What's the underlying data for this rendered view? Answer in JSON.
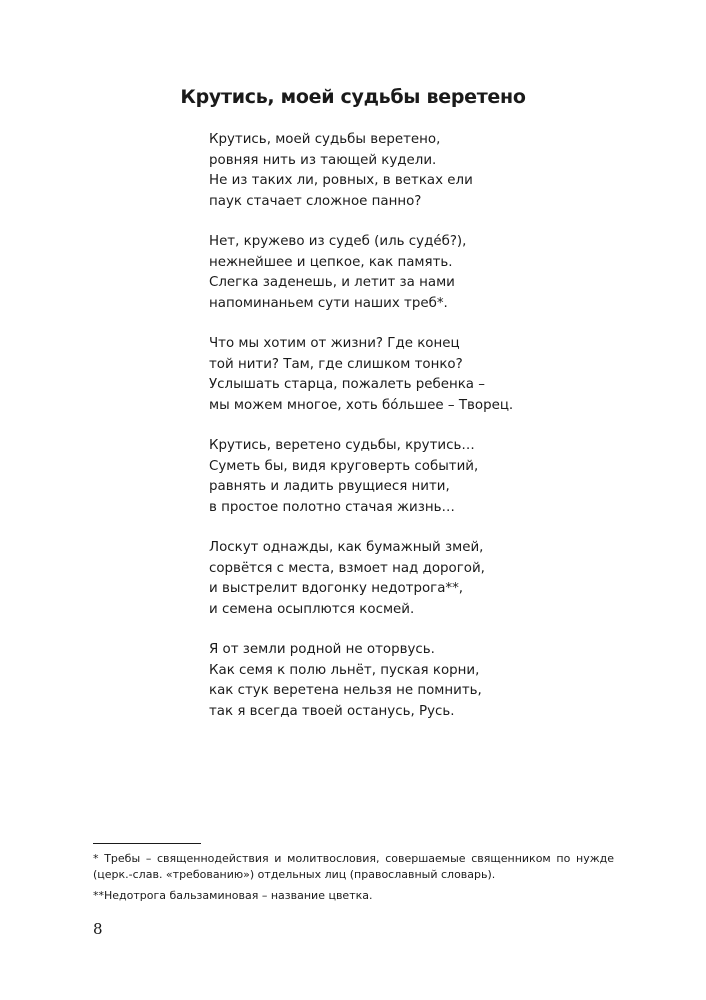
{
  "title": "Крутись, моей судьбы веретено",
  "poem": {
    "stanzas": [
      {
        "lines": [
          "Крутись, моей судьбы веретено,",
          "ровняя нить из тающей кудели.",
          "Не из таких ли, ровных, в ветках ели",
          "паук стачает сложное панно?"
        ]
      },
      {
        "lines": [
          "Нет, кружево из судеб (иль судéб?),",
          "нежнейшее и цепкое, как память.",
          "Слегка заденешь, и летит за нами",
          "напоминаньем сути наших треб*."
        ]
      },
      {
        "lines": [
          "Что мы хотим от жизни? Где конец",
          "той нити? Там, где слишком тонко?",
          "Услышать старца, пожалеть ребенка –",
          "мы можем многое, хоть бóльшее – Творец."
        ]
      },
      {
        "lines": [
          "Крутись, веретено судьбы, крутись…",
          "Суметь бы, видя  круговерть событий,",
          "равнять и  ладить рвущиеся нити,",
          "в простое полотно стачая жизнь…"
        ]
      },
      {
        "lines": [
          "Лоскут  однажды, как бумажный змей,",
          "сорвётся с места, взмоет над дорогой,",
          "и выстрелит  вдогонку недотрога**,",
          "и  семена осыплются космей."
        ]
      },
      {
        "lines": [
          "Я от земли родной  не оторвусь.",
          "Как семя  к полю льнёт, пуская корни,",
          "как стук веретена нельзя не помнить,",
          "так я всегда твоей останусь, Русь."
        ]
      }
    ]
  },
  "footnotes": [
    "* Требы – священнодействия и молитвословия, совершаемые священником по нужде (церк.-слав. «требованию») отдельных лиц (православный словарь).",
    "**Недотрога бальзаминовая – название цветка."
  ],
  "page_number": "8"
}
